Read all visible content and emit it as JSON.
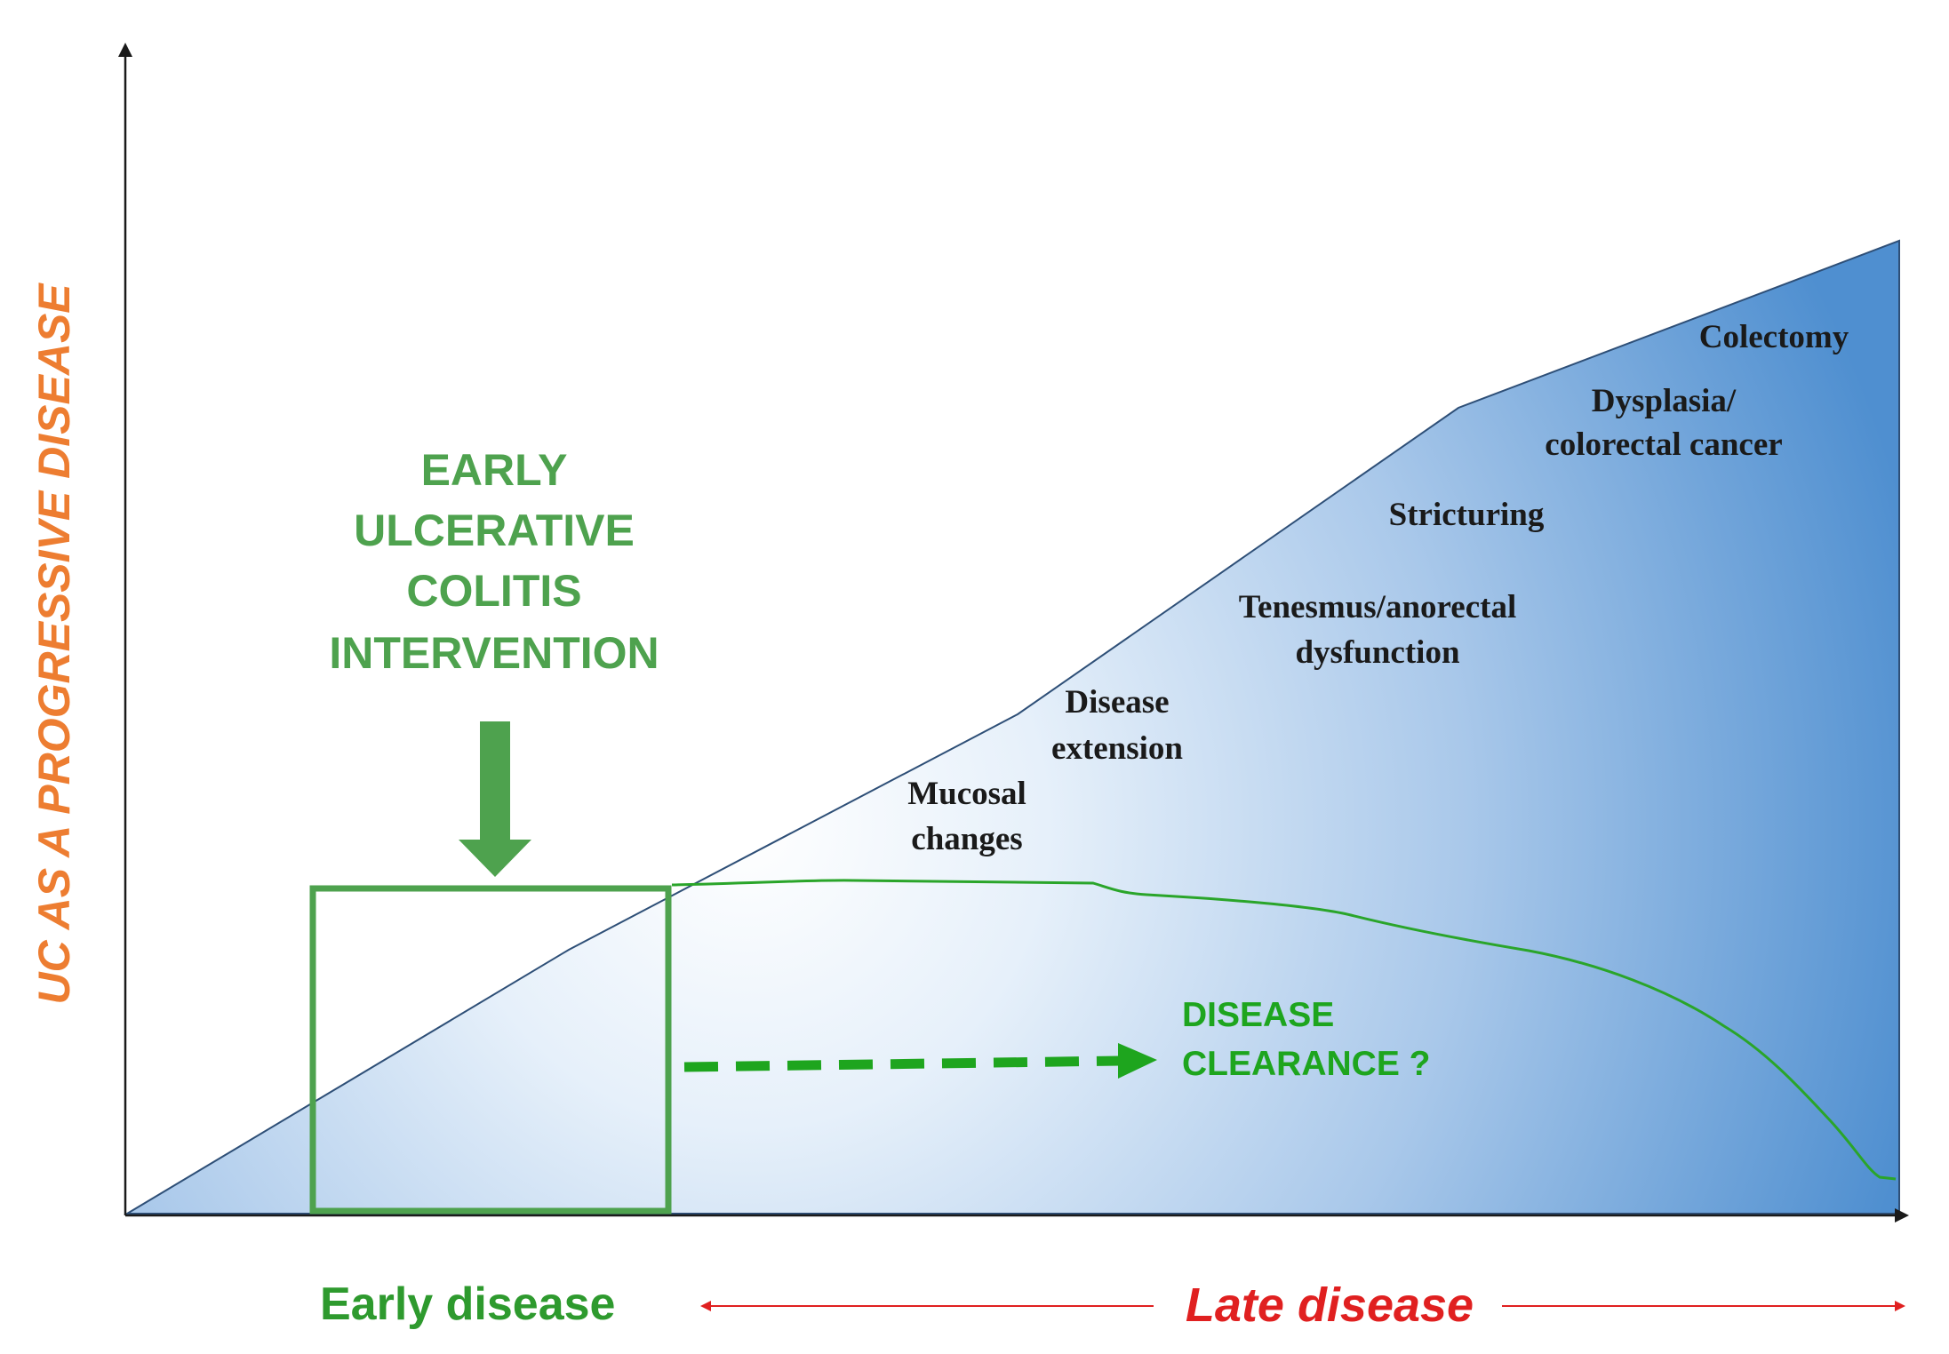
{
  "diagram": {
    "y_axis_label": "UC AS A PROGRESSIVE DISEASE",
    "intervention_label": [
      "EARLY",
      "ULCERATIVE",
      "COLITIS",
      "INTERVENTION"
    ],
    "stages": [
      {
        "id": "mucosal",
        "lines": [
          "Mucosal",
          "changes"
        ]
      },
      {
        "id": "extension",
        "lines": [
          "Disease",
          "extension"
        ]
      },
      {
        "id": "tenesmus",
        "lines": [
          "Tenesmus/anorectal",
          "dysfunction"
        ]
      },
      {
        "id": "stricturing",
        "lines": [
          "Stricturing"
        ]
      },
      {
        "id": "dysplasia",
        "lines": [
          "Dysplasia/",
          "colorectal cancer"
        ]
      },
      {
        "id": "colectomy",
        "lines": [
          "Colectomy"
        ]
      }
    ],
    "clearance_label": [
      "DISEASE",
      "CLEARANCE ?"
    ],
    "early_disease_label": "Early disease",
    "late_disease_label": "Late disease",
    "colors": {
      "green": "#4ea24e",
      "bright_green": "#1ea51e",
      "orange": "#ed7d31",
      "red": "#e02020",
      "blue_dark": "#5b9bd5",
      "blue_light": "#ffffff",
      "axis": "#1a1a1a"
    }
  }
}
